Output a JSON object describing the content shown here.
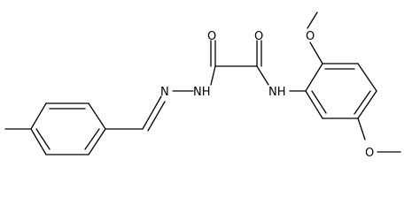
{
  "molecule": {
    "atoms": {
      "o_top_right": "O",
      "o_amide_left": "O",
      "o_amide_right": "O",
      "nh_amide": "NH",
      "nh_hydrazide": "NH",
      "n_imine": "N",
      "o_bottom_right": "O"
    },
    "colors": {
      "bond": "#000000",
      "text": "#000000",
      "background": "#ffffff"
    }
  }
}
